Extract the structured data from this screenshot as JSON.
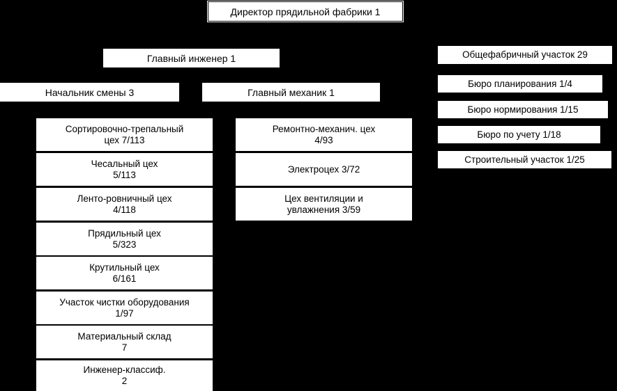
{
  "diagram": {
    "title": "Директор прядильной фабрики 1",
    "background_color": "#000000",
    "node_fill_color": "#ffffff",
    "node_text_color": "#000000",
    "root": {
      "label": "Директор прядильной фабрики 1"
    },
    "level2": [
      {
        "label": "Главный инженер  1"
      },
      {
        "label": "Общефабричный участок 29"
      }
    ],
    "level3": [
      {
        "label": "Начальник смены 3"
      },
      {
        "label": "Главный механик 1"
      }
    ],
    "shift_units": [
      {
        "label": "Сортировочно-трепальный\nцех 7/113"
      },
      {
        "label": "Чесальный цех\n5/113"
      },
      {
        "label": "Ленто-ровничный цех\n4/118"
      },
      {
        "label": "Прядильный цех\n5/323"
      },
      {
        "label": "Крутильный цех\n6/161"
      },
      {
        "label": "Участок чистки оборудования\n1/97"
      },
      {
        "label": "Материальный склад\n7"
      },
      {
        "label": "Инженер-классиф.\n2"
      }
    ],
    "mechanic_units": [
      {
        "label": "Ремонтно-механич. цех\n4/93"
      },
      {
        "label": "Электроцех 3/72"
      },
      {
        "label": "Цех вентиляции и\nувлажнения 3/59"
      }
    ],
    "factory_units": [
      {
        "label": "Бюро планирования 1/4"
      },
      {
        "label": "Бюро нормирования 1/15"
      },
      {
        "label": "Бюро по учету 1/18"
      },
      {
        "label": "Строительный участок 1/25"
      }
    ]
  }
}
